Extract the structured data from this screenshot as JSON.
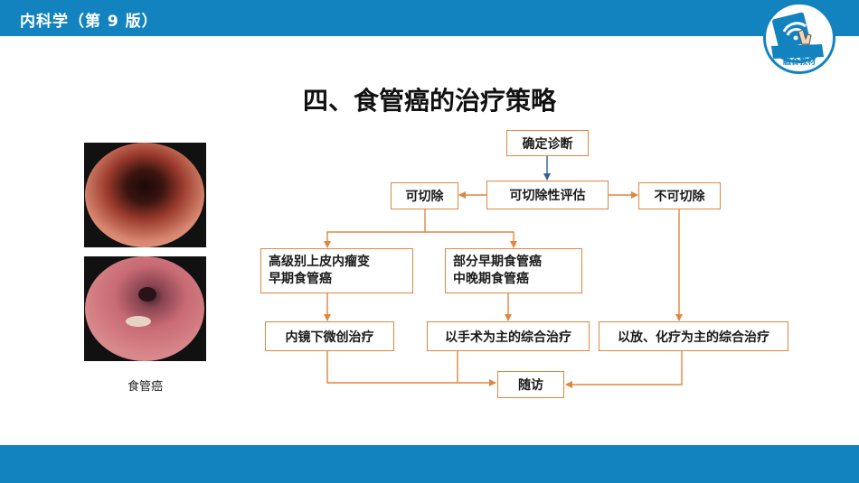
{
  "header": {
    "title": "内科学（第 9 版）"
  },
  "logo": {
    "text": "融合教材"
  },
  "slide": {
    "title": "四、食管癌的治疗策略"
  },
  "images": {
    "caption": "食管癌"
  },
  "flow": {
    "confirm": "确定诊断",
    "resectability": "可切除性评估",
    "resectable": "可切除",
    "unresectable": "不可切除",
    "precancer_line1": "高级别上皮内瘤变",
    "precancer_line2": "早期食管癌",
    "partial_line1": "部分早期食管癌",
    "partial_line2": "中晚期食管癌",
    "endoscopic": "内镜下微创治疗",
    "surgery": "以手术为主的综合治疗",
    "chemoradio": "以放、化疗为主的综合治疗",
    "followup": "随访"
  },
  "colors": {
    "brand": "#1383bf",
    "box_border": "#e0863f",
    "arrow_blue": "#2e5f9e"
  }
}
